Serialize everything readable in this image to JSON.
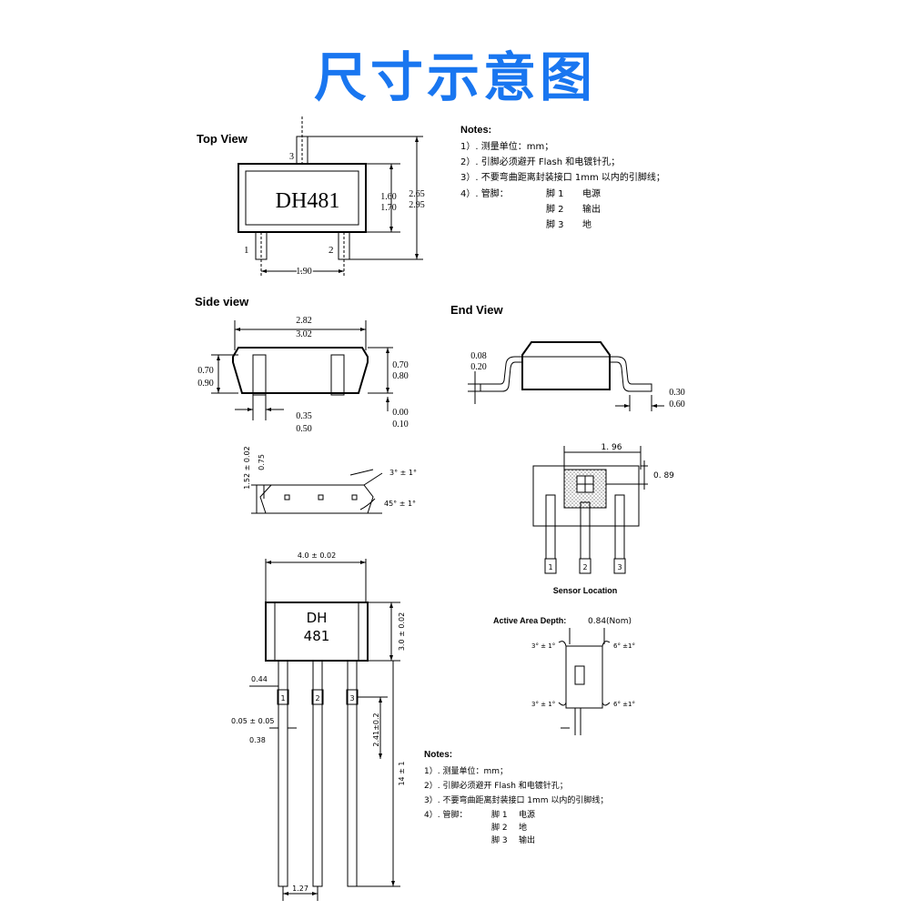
{
  "title": "尺寸示意图",
  "sot23": {
    "top_view_label": "Top View",
    "side_view_label": "Side view",
    "end_view_label": "End View",
    "marking": "DH481",
    "pins": [
      "1",
      "2",
      "3"
    ],
    "dims": {
      "body_height_a": "1.60",
      "body_height_b": "1.70",
      "total_height_a": "2.65",
      "total_height_b": "2.95",
      "pin_pitch": "1.90",
      "length_a": "2.82",
      "length_b": "3.02",
      "thick_a": "0.70",
      "thick_b": "0.90",
      "thick2_a": "0.70",
      "thick2_b": "0.80",
      "lead_w_a": "0.35",
      "lead_w_b": "0.50",
      "standoff_a": "0.00",
      "standoff_b": "0.10",
      "lead_t_a": "0.08",
      "lead_t_b": "0.20",
      "foot_a": "0.30",
      "foot_b": "0.60",
      "h152": "1.52 ± 0.02",
      "h075": "0.75",
      "angle3": "3° ± 1°",
      "angle45": "45° ± 1°"
    },
    "notes": {
      "heading": "Notes:",
      "n1": "1）. 测量单位：mm；",
      "n2": "2）. 引脚必须避开 Flash 和电镀针孔；",
      "n3": "3）. 不要弯曲距离封装接口 1mm 以内的引脚线；",
      "n4_prefix": "4）. 管脚：",
      "pins": [
        {
          "pin": "脚 1",
          "func": "电源"
        },
        {
          "pin": "脚 2",
          "func": "输出"
        },
        {
          "pin": "脚 3",
          "func": "地"
        }
      ]
    }
  },
  "to92": {
    "marking_line1": "DH",
    "marking_line2": "481",
    "pins": [
      "1",
      "2",
      "3"
    ],
    "dims": {
      "width": "4.0 ± 0.02",
      "height": "3.0 ± 0.02",
      "lead_w": "0.44",
      "lead_gap": "0.05 ± 0.05",
      "lead_t": "0.38",
      "lead_bend": "2.41±0.2",
      "lead_len": "14 ± 1",
      "pitch": "1.27"
    },
    "sensor": {
      "label": "Sensor Location",
      "dim_w": "1. 96",
      "dim_h": "0. 89",
      "pins": [
        "1",
        "2",
        "3"
      ]
    },
    "active_area": {
      "label": "Active Area Depth:",
      "value": "0.84(Nom)",
      "angle_a": "3° ± 1°",
      "angle_b": "6° ±1°",
      "angle_c": "3° ± 1°",
      "angle_d": "6° ±1°"
    },
    "notes": {
      "heading": "Notes:",
      "n1": "1）. 测量单位：mm；",
      "n2": "2）. 引脚必须避开 Flash 和电镀针孔；",
      "n3": "3）. 不要弯曲距离封装接口 1mm 以内的引脚线；",
      "n4_prefix": "4）. 管脚：",
      "pins": [
        {
          "pin": "脚 1",
          "func": "电源"
        },
        {
          "pin": "脚 2",
          "func": "地"
        },
        {
          "pin": "脚 3",
          "func": "输出"
        }
      ]
    }
  },
  "colors": {
    "title": "#1976f0",
    "ink": "#000000",
    "sensor_hatch": "#999999"
  }
}
